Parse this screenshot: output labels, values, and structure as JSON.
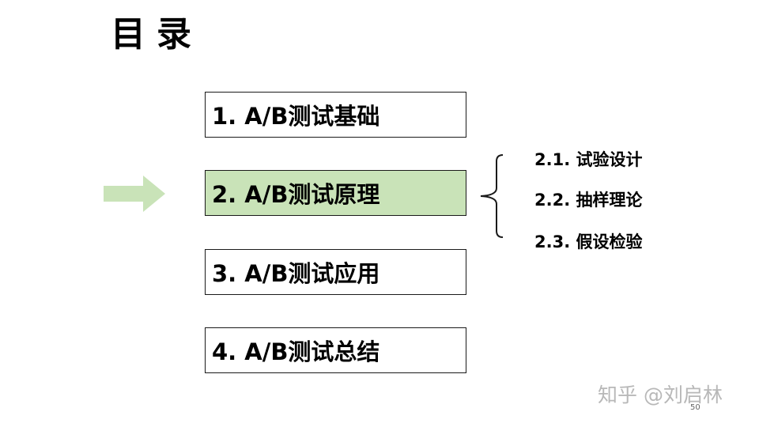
{
  "slide": {
    "title": "目录",
    "items": [
      {
        "label": "1. A/B测试基础",
        "active": false
      },
      {
        "label": "2. A/B测试原理",
        "active": true
      },
      {
        "label": "3. A/B测试应用",
        "active": false
      },
      {
        "label": "4. A/B测试总结",
        "active": false
      }
    ],
    "subitems": [
      "2.1. 试验设计",
      "2.2. 抽样理论",
      "2.3. 假设检验"
    ],
    "watermark": "知乎 @刘启林",
    "page_number": "50"
  },
  "colors": {
    "highlight": "#c9e3b8",
    "arrow": "#c9e3b8",
    "border": "#1a1a1a",
    "watermark": "#b8b8b8"
  },
  "icons": {
    "pointer": "right-arrow-icon",
    "grouping": "left-brace-icon"
  }
}
